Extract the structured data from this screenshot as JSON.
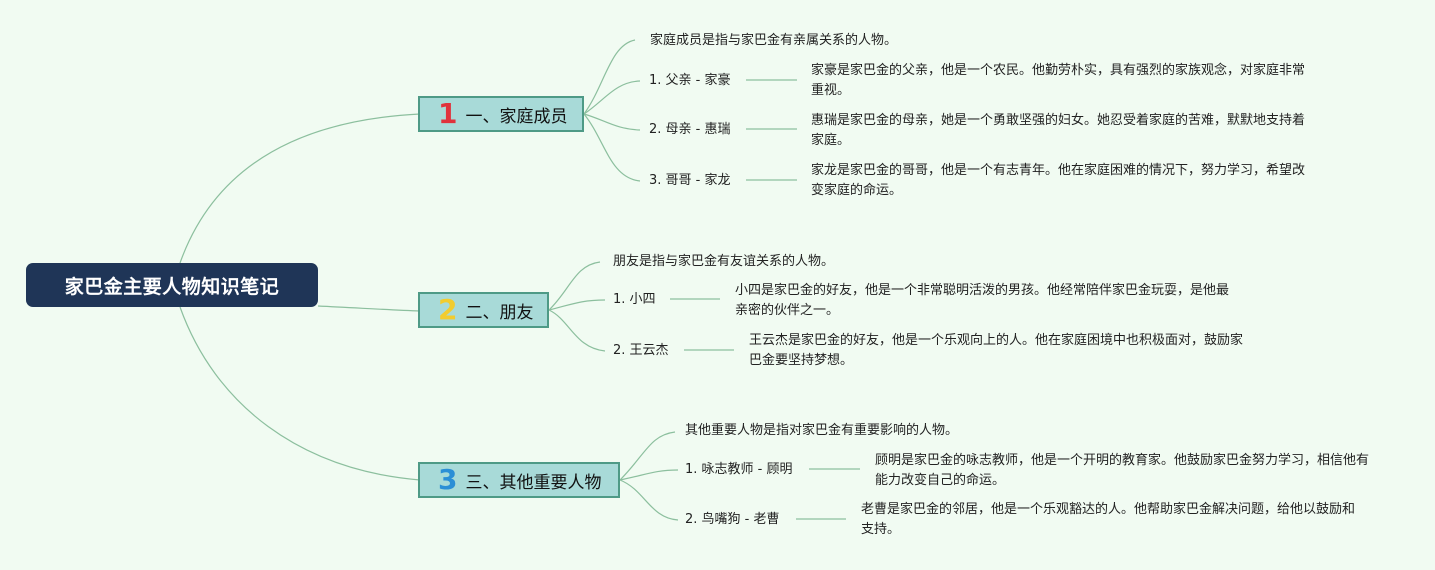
{
  "root": {
    "title": "家巴金主要人物知识笔记"
  },
  "branches": [
    {
      "number": "1",
      "number_color": "#e0323c",
      "label": "一、家庭成员",
      "intro": "家庭成员是指与家巴金有亲属关系的人物。",
      "items": [
        {
          "name": "1. 父亲 - 家豪",
          "desc": "家豪是家巴金的父亲，他是一个农民。他勤劳朴实，具有强烈的家族观念，对家庭非常重视。"
        },
        {
          "name": "2. 母亲 - 惠瑞",
          "desc": "惠瑞是家巴金的母亲，她是一个勇敢坚强的妇女。她忍受着家庭的苦难，默默地支持着家庭。"
        },
        {
          "name": "3. 哥哥 - 家龙",
          "desc": "家龙是家巴金的哥哥，他是一个有志青年。他在家庭困难的情况下，努力学习，希望改变家庭的命运。"
        }
      ]
    },
    {
      "number": "2",
      "number_color": "#f2cc2e",
      "label": "二、朋友",
      "intro": "朋友是指与家巴金有友谊关系的人物。",
      "items": [
        {
          "name": "1. 小四",
          "desc": "小四是家巴金的好友，他是一个非常聪明活泼的男孩。他经常陪伴家巴金玩耍，是他最亲密的伙伴之一。"
        },
        {
          "name": "2. 王云杰",
          "desc": "王云杰是家巴金的好友，他是一个乐观向上的人。他在家庭困境中也积极面对，鼓励家巴金要坚持梦想。"
        }
      ]
    },
    {
      "number": "3",
      "number_color": "#2b8fd6",
      "label": "三、其他重要人物",
      "intro": "其他重要人物是指对家巴金有重要影响的人物。",
      "items": [
        {
          "name": "1. 咏志教师 - 顾明",
          "desc": "顾明是家巴金的咏志教师，他是一个开明的教育家。他鼓励家巴金努力学习，相信他有能力改变自己的命运。"
        },
        {
          "name": "2. 鸟嘴狗 - 老曹",
          "desc": "老曹是家巴金的邻居，他是一个乐观豁达的人。他帮助家巴金解决问题，给他以鼓励和支持。"
        }
      ]
    }
  ],
  "colors": {
    "background": "#f1fbf2",
    "root_fill": "#1f3557",
    "branch_fill": "#a8dad8",
    "branch_border": "#4e9a86",
    "link": "#8cbf9e"
  }
}
